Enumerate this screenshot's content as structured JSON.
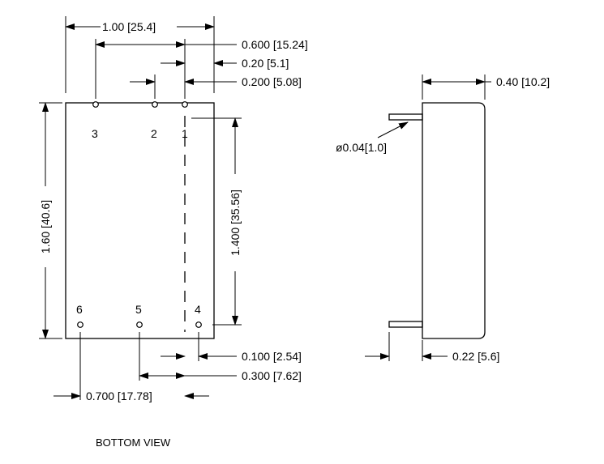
{
  "dimensions": {
    "overall_width": "1.00  [25.4]",
    "pin3_to_pin1": "0.600  [15.24]",
    "pin1_offset": "0.20  [5.1]",
    "pin2_to_pin1": "0.200  [5.08]",
    "overall_height": "1.60  [40.6]",
    "pin_row_spacing": "1.400  [35.56]",
    "pin4_offset": "0.100  [2.54]",
    "pin5_to_pin4": "0.300  [7.62]",
    "pin6_to_pin5": "0.700  [17.78]",
    "depth": "0.40  [10.2]",
    "pin_length": "0.22  [5.6]",
    "pin_diameter": "ø0.04[1.0]"
  },
  "pins": {
    "p1": "1",
    "p2": "2",
    "p3": "3",
    "p4": "4",
    "p5": "5",
    "p6": "6"
  },
  "caption": "BOTTOM  VIEW"
}
